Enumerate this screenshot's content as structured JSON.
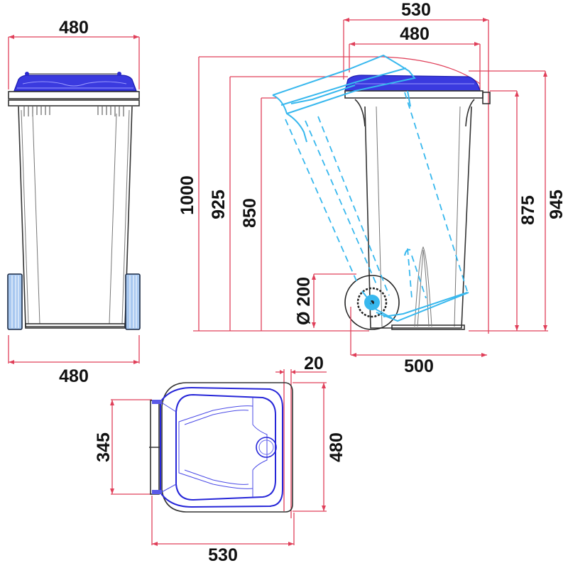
{
  "drawing": {
    "title": "Wheelie bin technical dimension drawing",
    "units": "mm",
    "colors": {
      "dimension_line": "#e0405a",
      "lid": "#3a3adf",
      "open_lid_ghost": "#38b8ee",
      "wheel": "#a8c8f0",
      "outline": "#333333"
    },
    "front_view": {
      "top_width_label": "480",
      "bottom_width_label": "480"
    },
    "side_view": {
      "lid_depth_outer_label": "530",
      "lid_depth_inner_label": "480",
      "height_open_label": "1000",
      "height_925_label": "925",
      "height_850_label": "850",
      "wheel_diameter_label": "Ø 200",
      "height_875_label": "875",
      "height_945_label": "945",
      "base_depth_label": "500"
    },
    "top_view": {
      "handle_offset_label": "20",
      "handle_width_label": "345",
      "width_label": "480",
      "depth_label": "530"
    }
  }
}
